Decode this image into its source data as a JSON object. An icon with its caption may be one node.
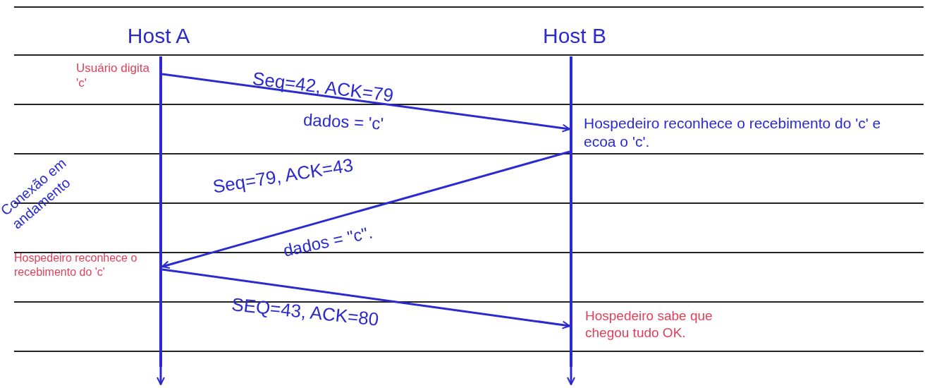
{
  "diagram": {
    "nodes": [
      {
        "text": [
          "Host A"
        ]
      },
      {
        "text": [
          "Host B"
        ]
      },
      {
        "text": [],
        "shape": "bar"
      },
      {
        "text": [],
        "shape": "bar"
      }
    ],
    "edges": [
      {
        "from": 2,
        "to": 3,
        "arrow": "to",
        "label": "Seq=42, ACK=79"
      },
      {
        "from": 3,
        "to": 2,
        "arrow": "to",
        "label": "Seq=79, ACK=43"
      },
      {
        "from": 2,
        "to": 3,
        "arrow": "to",
        "label": "SEQ=43, ACK=80"
      },
      {
        "from": 2,
        "to": null,
        "arrow": "to"
      },
      {
        "from": 3,
        "to": null,
        "arrow": "to"
      }
    ],
    "labels": [
      "Usuário digita 'c'",
      "dados = 'c'",
      "Hospedeiro reconhece o recebimento do 'c' e ecoa o 'c'.",
      "Conexão em andamento",
      "dados = \"c\".",
      "Hospedeiro reconhece o recebimento do 'c'",
      "Hospedeiro sabe que chegou tudo OK."
    ]
  }
}
